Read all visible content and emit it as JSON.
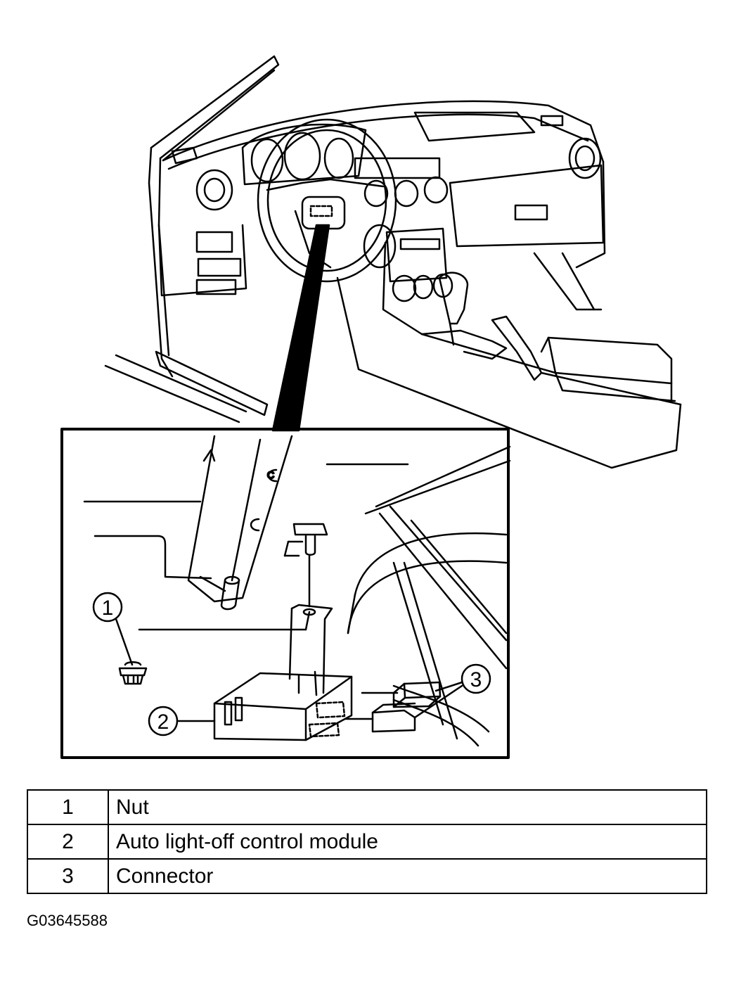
{
  "callouts": [
    {
      "number": "1",
      "label": "Nut"
    },
    {
      "number": "2",
      "label": "Auto light-off control module"
    },
    {
      "number": "3",
      "label": "Connector"
    }
  ],
  "legend": {
    "rows": [
      {
        "number": "1",
        "description": "Nut"
      },
      {
        "number": "2",
        "description": "Auto light-off control module"
      },
      {
        "number": "3",
        "description": "Connector"
      }
    ]
  },
  "figure_id": "G03645588"
}
